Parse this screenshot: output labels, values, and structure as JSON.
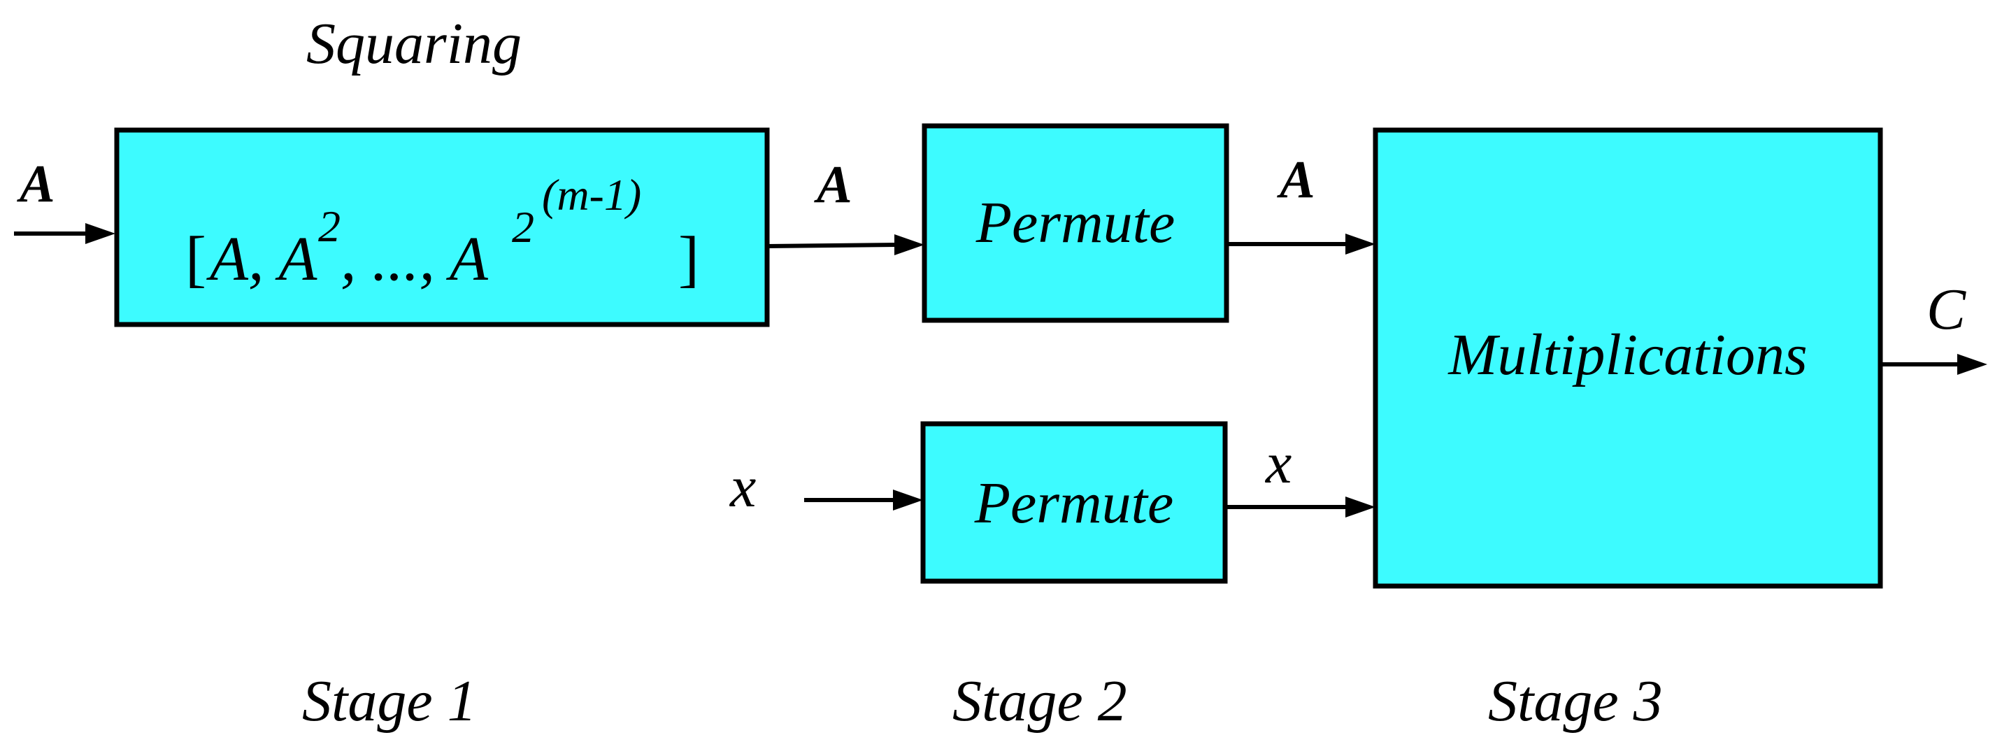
{
  "colors": {
    "box_fill": "#3DFBFF",
    "stroke": "#000000",
    "background": "#FFFFFF"
  },
  "stage1": {
    "title": "Squaring",
    "input_label": "A",
    "output_label": "A",
    "content": {
      "open": "[",
      "a1": "A, A",
      "exp1": "2",
      "mid": ", ..., A",
      "exp2_base": "2",
      "exp2_sup": "(m-1)",
      "close": "]"
    },
    "caption": "Stage 1"
  },
  "stage2": {
    "top_block": "Permute",
    "bottom_block": "Permute",
    "top_output_label": "A",
    "bottom_input_label": "x",
    "bottom_output_label": "x",
    "caption": "Stage 2"
  },
  "stage3": {
    "block": "Multiplications",
    "output_label": "C",
    "caption": "Stage 3"
  }
}
